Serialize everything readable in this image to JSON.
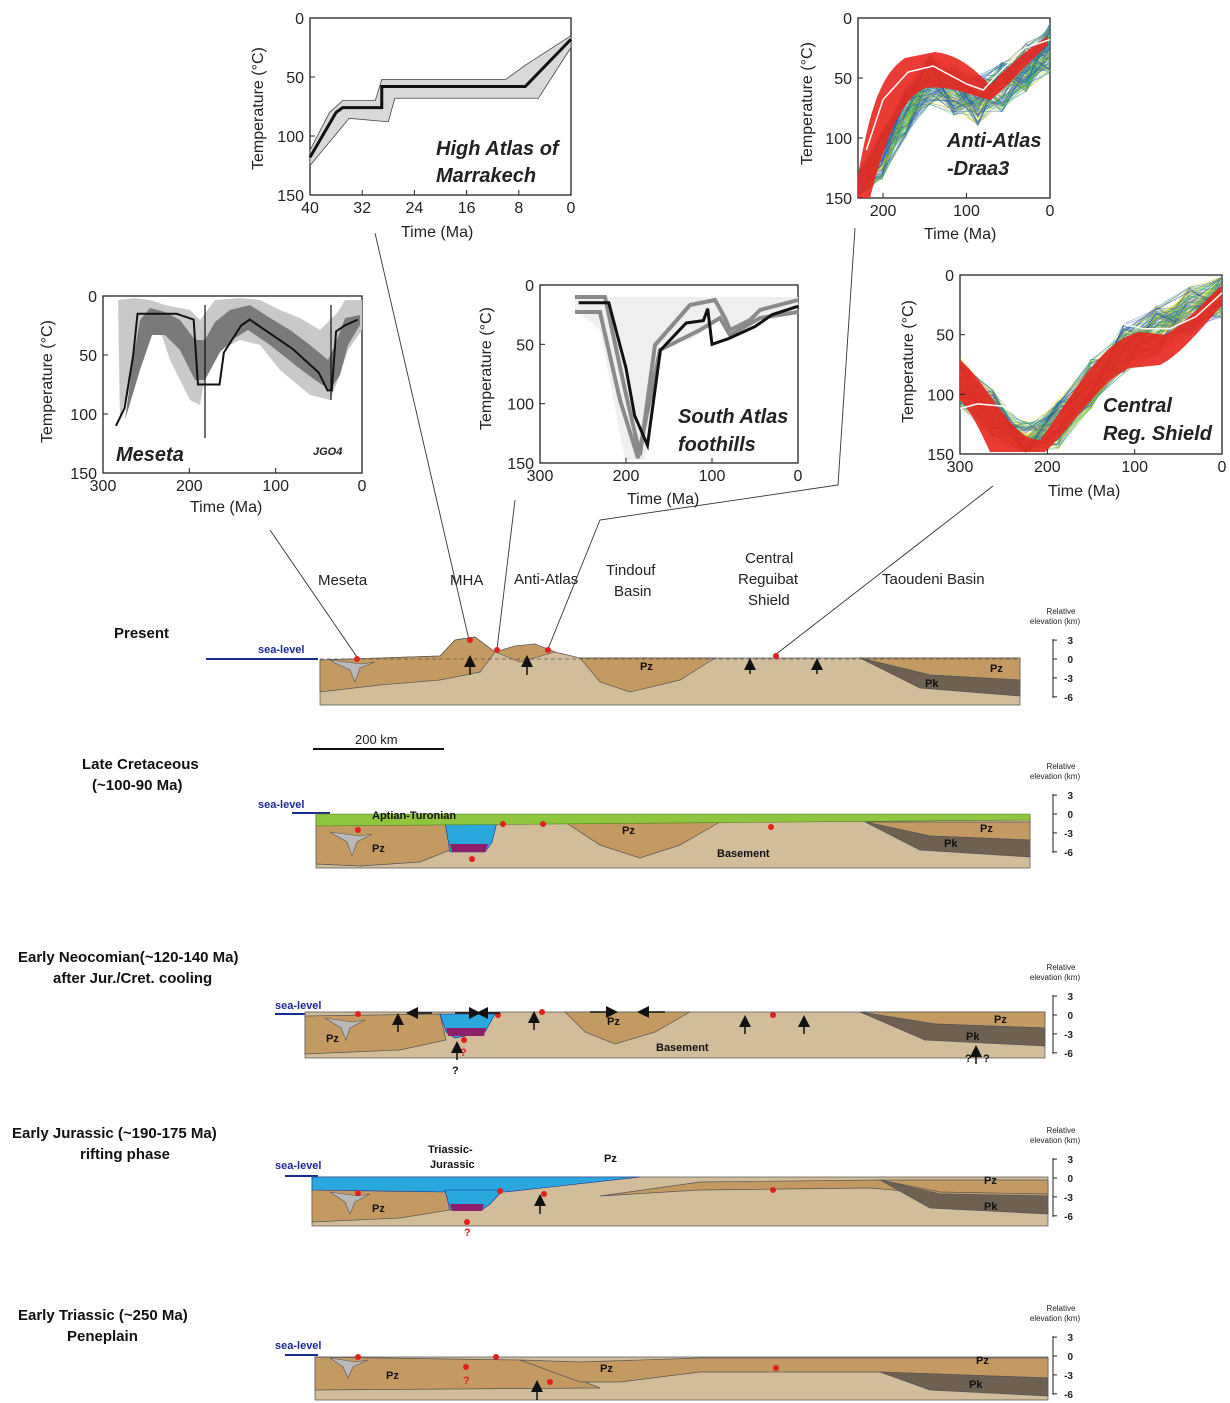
{
  "inset_plots": {
    "high_atlas": {
      "title": [
        "High Atlas of",
        "Marrakech"
      ],
      "ylabel": "Temperature (°C)",
      "xlabel": "Time (Ma)",
      "xticks": [
        "40",
        "32",
        "24",
        "16",
        "8",
        "0"
      ],
      "yticks": [
        "0",
        "50",
        "100",
        "150"
      ],
      "x_range": [
        40,
        0
      ],
      "y_range": [
        0,
        150
      ],
      "best_path": [
        [
          40,
          118
        ],
        [
          36,
          80
        ],
        [
          35,
          76
        ],
        [
          29,
          76
        ],
        [
          29,
          58
        ],
        [
          20,
          58
        ],
        [
          10,
          58
        ],
        [
          7,
          58
        ],
        [
          0,
          18
        ]
      ],
      "envelope_upper": [
        [
          40,
          112
        ],
        [
          37,
          80
        ],
        [
          35,
          70
        ],
        [
          30,
          70
        ],
        [
          29,
          52
        ],
        [
          10,
          52
        ],
        [
          7,
          40
        ],
        [
          0,
          15
        ]
      ],
      "envelope_lower": [
        [
          0,
          25
        ],
        [
          5,
          68
        ],
        [
          10,
          68
        ],
        [
          20,
          68
        ],
        [
          27,
          68
        ],
        [
          28,
          88
        ],
        [
          34,
          85
        ],
        [
          40,
          125
        ]
      ]
    },
    "anti_atlas": {
      "title": [
        "Anti-Atlas",
        "-Draa3"
      ],
      "ylabel": "Temperature (°C)",
      "xlabel": "Time (Ma)",
      "xticks": [
        "200",
        "100",
        "0"
      ],
      "yticks": [
        "0",
        "50",
        "100",
        "150"
      ],
      "x_range": [
        230,
        0
      ],
      "y_range": [
        0,
        150
      ],
      "best_path": [
        [
          220,
          110
        ],
        [
          200,
          68
        ],
        [
          170,
          45
        ],
        [
          140,
          40
        ],
        [
          100,
          55
        ],
        [
          80,
          60
        ],
        [
          60,
          45
        ],
        [
          30,
          25
        ],
        [
          0,
          18
        ]
      ]
    },
    "meseta": {
      "title": "Meseta",
      "sample": "JGO4",
      "ylabel": "Temperature (°C)",
      "xlabel": "Time (Ma)",
      "xticks": [
        "300",
        "200",
        "100",
        "0"
      ],
      "yticks": [
        "0",
        "50",
        "100",
        "150"
      ],
      "x_range": [
        300,
        0
      ],
      "y_range": [
        0,
        150
      ],
      "best_path": [
        [
          285,
          110
        ],
        [
          275,
          95
        ],
        [
          265,
          50
        ],
        [
          260,
          15
        ],
        [
          230,
          15
        ],
        [
          215,
          15
        ],
        [
          195,
          20
        ],
        [
          190,
          75
        ],
        [
          165,
          75
        ],
        [
          160,
          48
        ],
        [
          140,
          25
        ],
        [
          130,
          20
        ],
        [
          110,
          30
        ],
        [
          80,
          45
        ],
        [
          50,
          65
        ],
        [
          40,
          80
        ],
        [
          35,
          80
        ],
        [
          30,
          30
        ],
        [
          20,
          25
        ],
        [
          5,
          20
        ]
      ]
    },
    "south_atlas": {
      "title": [
        "South Atlas",
        "foothills"
      ],
      "ylabel": "Temperature (°C)",
      "xlabel": "Time (Ma)",
      "xticks": [
        "300",
        "200",
        "100",
        "0"
      ],
      "yticks": [
        "0",
        "50",
        "100",
        "150"
      ],
      "x_range": [
        300,
        0
      ],
      "y_range": [
        0,
        150
      ],
      "best_path": [
        [
          255,
          15
        ],
        [
          220,
          15
        ],
        [
          200,
          70
        ],
        [
          190,
          110
        ],
        [
          175,
          135
        ],
        [
          160,
          55
        ],
        [
          130,
          32
        ],
        [
          110,
          30
        ],
        [
          105,
          20
        ],
        [
          100,
          50
        ],
        [
          80,
          45
        ],
        [
          50,
          35
        ],
        [
          30,
          25
        ],
        [
          0,
          18
        ]
      ]
    },
    "central_shield": {
      "title": [
        "Central",
        "Reg. Shield"
      ],
      "ylabel": "Temperature (°C)",
      "xlabel": "Time (Ma)",
      "xticks": [
        "300",
        "200",
        "100",
        "0"
      ],
      "yticks": [
        "0",
        "50",
        "100",
        "150"
      ],
      "x_range": [
        300,
        0
      ],
      "y_range": [
        0,
        150
      ],
      "best_path": [
        [
          300,
          112
        ],
        [
          280,
          108
        ],
        [
          250,
          110
        ],
        [
          230,
          120
        ],
        [
          200,
          90
        ],
        [
          160,
          65
        ],
        [
          120,
          40
        ],
        [
          90,
          45
        ],
        [
          60,
          45
        ],
        [
          30,
          35
        ],
        [
          0,
          15
        ]
      ]
    }
  },
  "region_labels": {
    "meseta": "Meseta",
    "mha": "MHA",
    "anti_atlas": "Anti-Atlas",
    "tindouf": [
      "Tindouf",
      "Basin"
    ],
    "reguibat": [
      "Central",
      "Reguibat",
      "Shield"
    ],
    "taoudeni": "Taoudeni Basin"
  },
  "scale_bar": "200 km",
  "sea_level": "sea-level",
  "elevation_axis": {
    "title": [
      "Relative",
      "elevation (km)"
    ],
    "ticks": [
      "3",
      "0",
      "-3",
      "-6"
    ]
  },
  "stages": [
    {
      "name": [
        "Present"
      ]
    },
    {
      "name": [
        "Late Cretaceous",
        "(~100-90 Ma)"
      ],
      "annotations": [
        "Aptian-Turonian",
        "Pz",
        "Pz",
        "Pk",
        "Basement"
      ]
    },
    {
      "name": [
        "Early Neocomian(~120-140 Ma)",
        "after Jur./Cret. cooling"
      ]
    },
    {
      "name": [
        "Early Jurassic (~190-175 Ma)",
        "rifting phase"
      ]
    },
    {
      "name": [
        "Early Triassic (~250 Ma)",
        "Peneplain"
      ]
    }
  ],
  "unit_labels": {
    "pz": "Pz",
    "pk": "Pk",
    "basement": "Basement",
    "aptian": "Aptian-Turonian",
    "triassic_jurassic": [
      "Triassic-",
      "Jurassic"
    ],
    "question": "?",
    "question_pair": "?",
    "neo_q_left": "?",
    "neo_q_right": "?"
  },
  "colors": {
    "sediment": "#c49a63",
    "basement": "#d2bd9a",
    "precambrian": "#6f6151",
    "water": "#2aa7dc",
    "purple": "#8e1f6b",
    "green": "#8fc63f",
    "sample": "#e0201c",
    "sea_level": "#1b2a8f"
  }
}
